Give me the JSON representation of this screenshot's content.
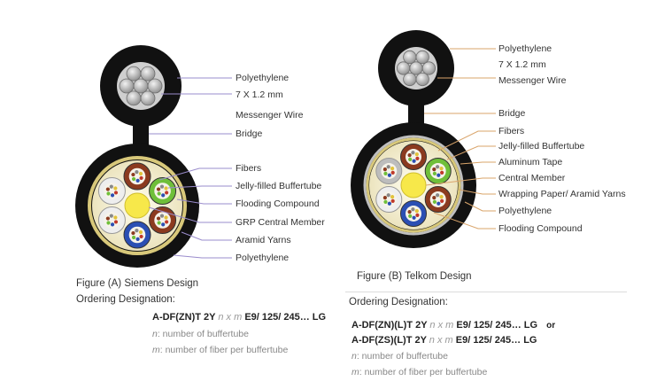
{
  "figure_a": {
    "caption_prefix": "Figure ",
    "caption_letter": "(A)",
    "caption_suffix": " Siemens Design",
    "ordering_label": "Ordering Designation:",
    "code_parts": [
      "A-DF(ZN)T 2Y ",
      "n x m",
      " E9/ 125/ 245… LG"
    ],
    "note_n_var": "n",
    "note_n_text": ": number of buffertube",
    "note_m_var": "m",
    "note_m_text": ": number of fiber per buffertube",
    "labels": [
      "Polyethylene",
      "7 X 1.2 mm",
      "Messenger Wire",
      "Bridge",
      "Fibers",
      "Jelly-filled Buffertube",
      "Flooding Compound",
      "GRP Central Member",
      "Aramid Yarns",
      "Polyethylene"
    ]
  },
  "figure_b": {
    "caption_prefix": "Figure ",
    "caption_letter": "(B)",
    "caption_suffix": " Telkom Design",
    "ordering_label": "Ordering Designation:",
    "code1_parts": [
      "A-DF(ZN)(L)T 2Y ",
      "n x m",
      " E9/ 125/ 245… LG"
    ],
    "code1_or": "or",
    "code2_parts": [
      "A-DF(ZS)(L)T 2Y ",
      "n x m",
      " E9/ 125/ 245… LG"
    ],
    "note_n_var": "n",
    "note_n_text": ": number of buffertube",
    "note_m_var": "m",
    "note_m_text": ": number of fiber per buffertube",
    "labels": [
      "Polyethylene",
      "7 X 1.2 mm",
      "Messenger Wire",
      "Bridge",
      "Fibers",
      "Jelly-filled Buffertube",
      "Aluminum Tape",
      "Central Member",
      "Wrapping Paper/ Aramid Yarns",
      "Polyethylene",
      "Flooding Compound"
    ]
  },
  "colors": {
    "jacket": "#111111",
    "leader": "#9a8ccc",
    "leader_b": "#d9a46a",
    "central": "#f7e84a",
    "tube_brown": "#8b3a1f",
    "tube_green": "#6fbf3a",
    "tube_white": "#eeeeee",
    "tube_blue": "#2b4fb3",
    "tube_gray": "#bdbdbd"
  }
}
